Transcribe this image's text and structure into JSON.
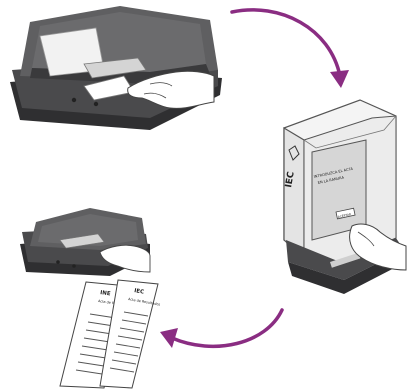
{
  "colors": {
    "arrow": "#8a2d82",
    "device_dark": "#3d3d3f",
    "device_mid": "#5c5c5e",
    "device_light": "#cfcfcf",
    "paper": "#ffffff",
    "screen": "#d9d9d9",
    "hand_outline": "#444444"
  },
  "steps": [
    {
      "id": "printer-insert",
      "icon": "printer-with-hand-inserting-paper"
    },
    {
      "id": "voting-booth",
      "icon": "booth-with-touchscreen-and-hand"
    },
    {
      "id": "printer-output",
      "icon": "printer-output-two-paper-strips"
    }
  ],
  "booth": {
    "side_logo": "IEC",
    "screen_text_line1": "INTRODUZCA EL ACTA",
    "screen_text_line2": "EN LA RANURA",
    "button_text": "ACEPTAR"
  },
  "strips": [
    {
      "logo": "INE",
      "heading": "Acta de Resultados"
    },
    {
      "logo": "IEC",
      "heading": "Acta de Resultados"
    }
  ],
  "arrows": [
    {
      "id": "arrow-top-right",
      "direction": "clockwise"
    },
    {
      "id": "arrow-bottom",
      "direction": "clockwise"
    }
  ]
}
